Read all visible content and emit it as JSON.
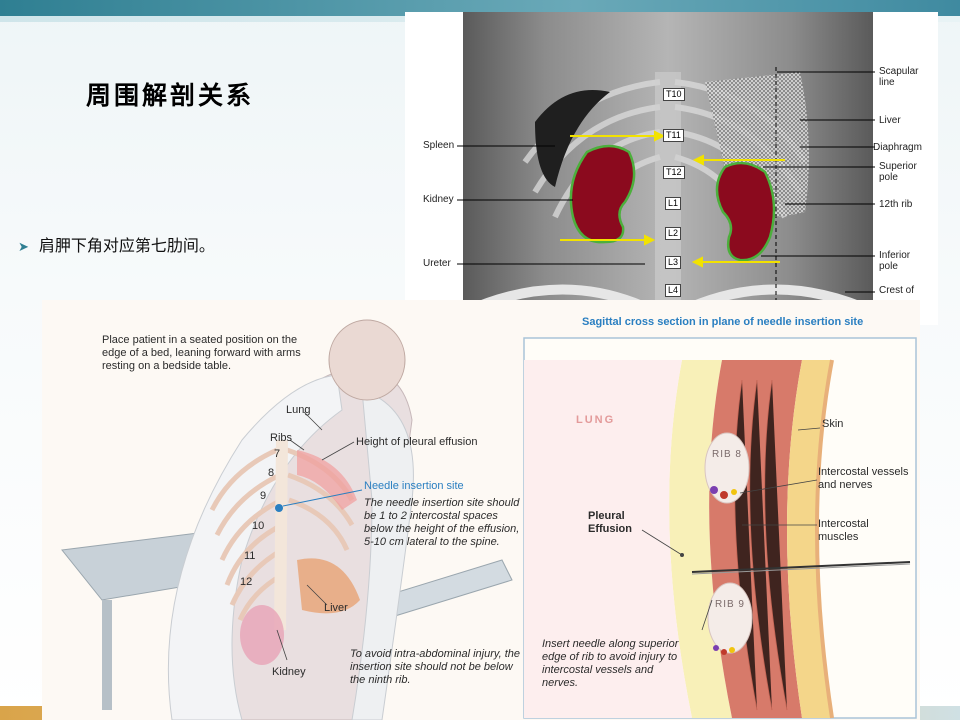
{
  "slide": {
    "title": "周围解剖关系",
    "bullet": "肩胛下角对应第七肋间。"
  },
  "xray": {
    "vertebrae": [
      "T10",
      "T11",
      "T12",
      "L1",
      "L2",
      "L3",
      "L4"
    ],
    "left_labels": [
      "Spleen",
      "Kidney",
      "Ureter"
    ],
    "right_labels": [
      "Scapular line",
      "Liver",
      "Diaphragm",
      "Superior pole",
      "12th rib",
      "Inferior pole",
      "Crest of"
    ],
    "colors": {
      "kidney": "#8b0a1e",
      "kidney_outline": "#4caf3c",
      "arrow": "#f2e200"
    }
  },
  "illustration": {
    "positioning": "Place patient in a seated position on the edge of a bed, leaning forward with arms resting on a bedside table.",
    "lung": "Lung",
    "ribs": "Ribs",
    "rib_numbers": [
      "7",
      "8",
      "9",
      "10",
      "11",
      "12"
    ],
    "effusion_height": "Height of pleural effusion",
    "needle_site_label": "Needle insertion site",
    "needle_site_desc": "The needle insertion site should be 1 to 2 intercostal spaces below the height of the effusion, 5-10 cm lateral to the spine.",
    "liver": "Liver",
    "kidney": "Kidney",
    "avoid_injury": "To avoid intra-abdominal injury, the insertion site should not be below the ninth rib.",
    "cross_section_title": "Sagittal cross section in plane of needle insertion site",
    "cs_lung": "LUNG",
    "rib8": "RIB 8",
    "rib9": "RIB 9",
    "skin": "Skin",
    "vessels": "Intercostal vessels and nerves",
    "muscles": "Intercostal muscles",
    "pleural_effusion": "Pleural Effusion",
    "insert_note": "Insert needle along superior edge of rib to avoid injury to intercostal vessels and nerves."
  }
}
